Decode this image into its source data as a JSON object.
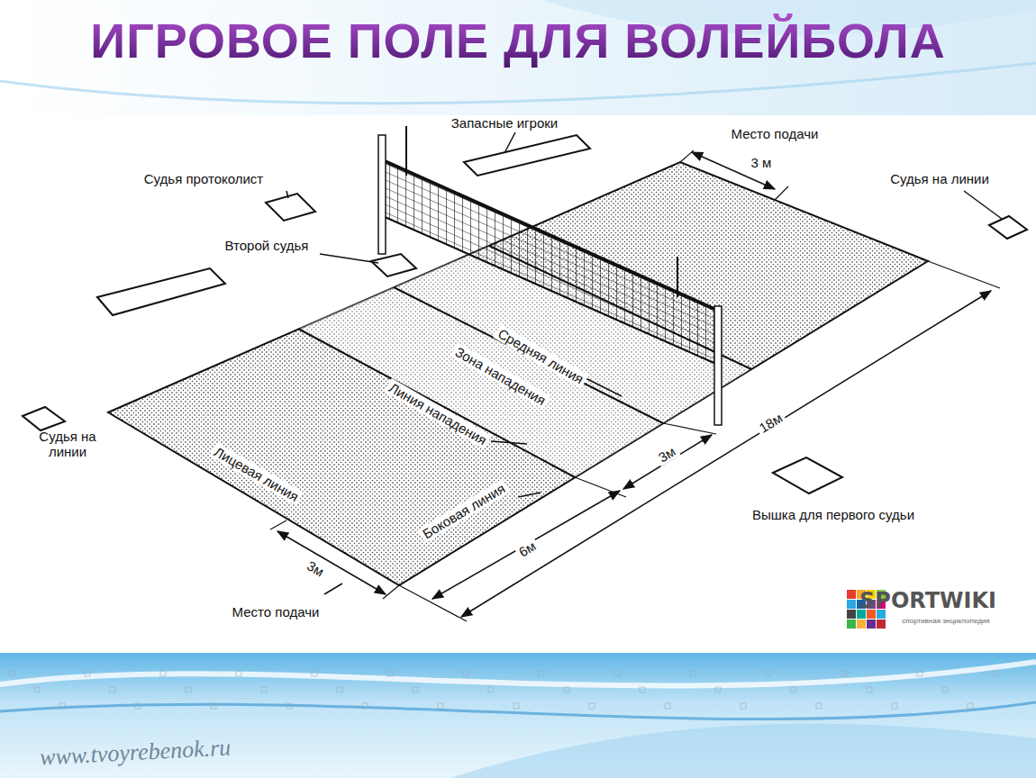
{
  "diagram": {
    "title": "ИГРОВОЕ ПОЛЕ ДЛЯ ВОЛЕЙБОЛА",
    "labels": [
      "Запасные игроки",
      "Место подачи",
      "3 м",
      "Судья протоколист",
      "Судья на линии",
      "Второй судья",
      "Средняя линия",
      "Зона нападения",
      "Линия нападения",
      "18м",
      "3м",
      "Судья на линии",
      "Лицевая линия",
      "Боковая линия",
      "6м",
      "Вышка для первого судьи",
      "3м",
      "Место подачи",
      "SPORTWIKI",
      "спортивная энциклопедия",
      "www.tvoyrebenok.ru"
    ]
  }
}
